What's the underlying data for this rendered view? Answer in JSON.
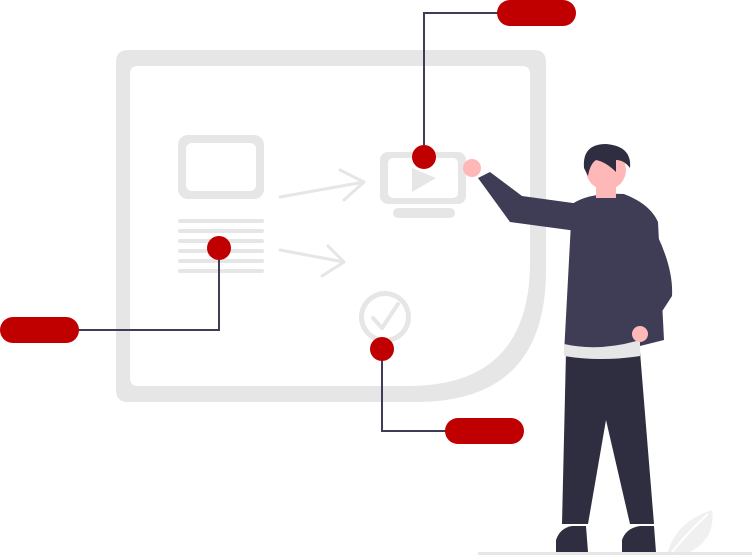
{
  "illustration": {
    "colors": {
      "accent": "#C00000",
      "board": "#E6E6E6",
      "board_inner": "#FFFFFF",
      "connector": "#3F3D56",
      "person_dark": "#3F3D56",
      "skin": "#FFB8B8",
      "hair": "#2F2E41",
      "floor": "#E6E6E6"
    },
    "icons": [
      "image-placeholder-icon",
      "text-lines-icon",
      "arrow-icon",
      "video-play-icon",
      "checkmark-circle-icon"
    ],
    "callouts": [
      {
        "name": "callout-top",
        "label": ""
      },
      {
        "name": "callout-left",
        "label": ""
      },
      {
        "name": "callout-bottom",
        "label": ""
      }
    ]
  }
}
